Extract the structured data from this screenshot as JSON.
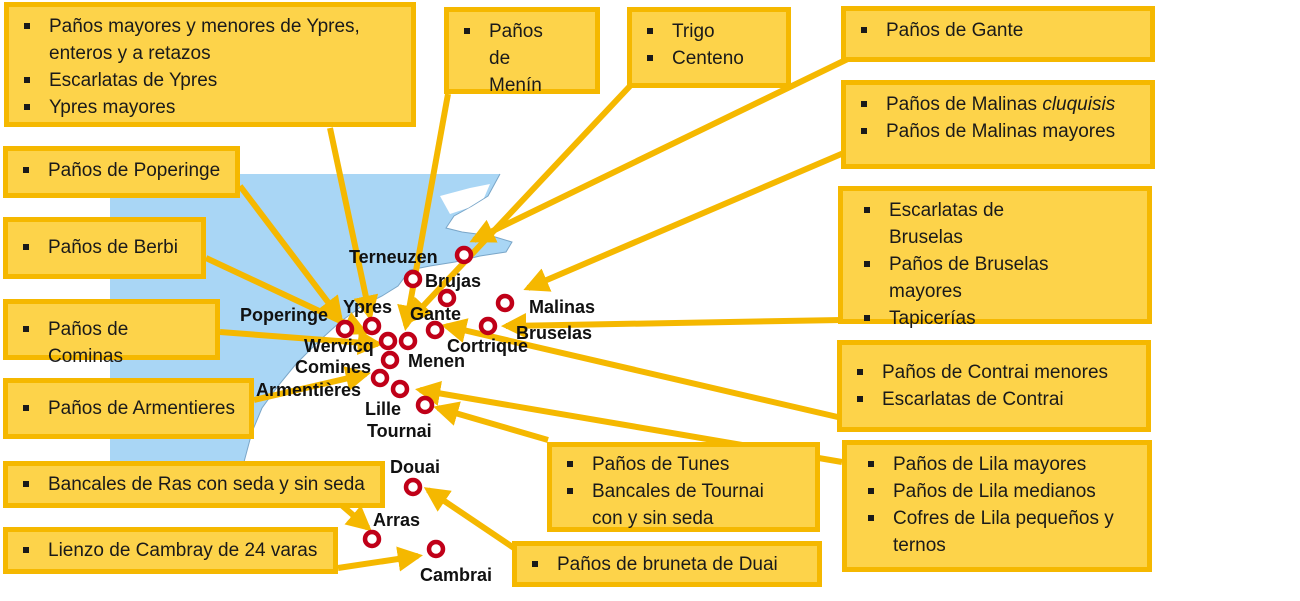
{
  "boxes": {
    "ypres": {
      "items": [
        "Paños mayores y menores de Ypres, enteros y a retazos",
        "Escarlatas de Ypres",
        "Ypres mayores"
      ]
    },
    "menin": {
      "items": [
        "Paños de Menín"
      ]
    },
    "trigo": {
      "items": [
        "Trigo",
        "Centeno"
      ]
    },
    "gante": {
      "items": [
        "Paños de Gante"
      ]
    },
    "malinas": {
      "items": [
        {
          "text": "Paños de Malinas ",
          "em": "cluquisis"
        },
        "Paños de Malinas mayores"
      ]
    },
    "bruselas": {
      "items": [
        "Escarlatas de Bruselas",
        "Paños de Bruselas mayores",
        "Tapicerías"
      ]
    },
    "contrai": {
      "items": [
        "Paños de Contrai menores",
        "Escarlatas de Contrai"
      ]
    },
    "lila": {
      "items": [
        "Paños de Lila mayores",
        "Paños de Lila medianos",
        "Cofres de Lila pequeños y ternos"
      ]
    },
    "tunes": {
      "items": [
        "Paños de Tunes",
        "Bancales de Tournai con y sin seda"
      ]
    },
    "duai": {
      "items": [
        "Paños de bruneta de Duai"
      ]
    },
    "poperinge": {
      "items": [
        "Paños de Poperinge"
      ]
    },
    "berbi": {
      "items": [
        "Paños de Berbi"
      ]
    },
    "cominas": {
      "items": [
        "Paños de Cominas"
      ]
    },
    "armentieres": {
      "items": [
        "Paños de Armentieres"
      ]
    },
    "ras": {
      "items": [
        "Bancales de Ras con seda y sin seda"
      ]
    },
    "cambray": {
      "items": [
        "Lienzo de Cambray de 24 varas"
      ]
    }
  },
  "cities": {
    "terneuzen": "Terneuzen",
    "brujas": "Brujas",
    "malinas": "Malinas",
    "gante": "Gante",
    "bruselas": "Bruselas",
    "ypres": "Ypres",
    "poperinge": "Poperinge",
    "cortrique": "Cortrique",
    "wervicq": "Wervicq",
    "menen": "Menen",
    "comines": "Comines",
    "armentieres": "Armentières",
    "lille": "Lille",
    "tournai": "Tournai",
    "douai": "Douai",
    "arras": "Arras",
    "cambrai": "Cambrai"
  },
  "colors": {
    "sea": "#a9d6f5",
    "box_fill": "#fdd34a",
    "box_border": "#f5b800",
    "arrow": "#f5b800",
    "marker_ring": "#c00018",
    "marker_center": "#ffffff"
  }
}
